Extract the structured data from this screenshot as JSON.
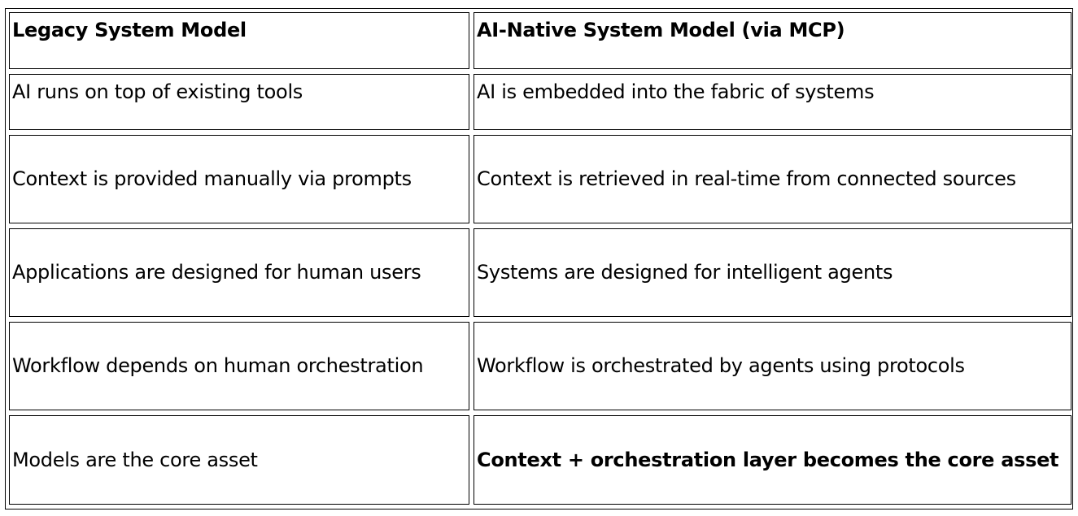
{
  "table": {
    "header": {
      "left": "Legacy System Model",
      "right": "AI-Native System Model (via MCP)"
    },
    "rows": [
      {
        "left": "AI runs on top of existing tools",
        "right": "AI is embedded into the fabric of systems"
      },
      {
        "left": "Context is provided manually via prompts",
        "right": "Context is retrieved in real-time from connected sources"
      },
      {
        "left": "Applications are designed for human users",
        "right": "Systems are designed for intelligent agents"
      },
      {
        "left": "Workflow depends on human orchestration",
        "right": "Workflow is orchestrated by agents using protocols"
      },
      {
        "left": "Models are the core asset",
        "right": "Context + orchestration layer becomes the core asset"
      }
    ]
  }
}
